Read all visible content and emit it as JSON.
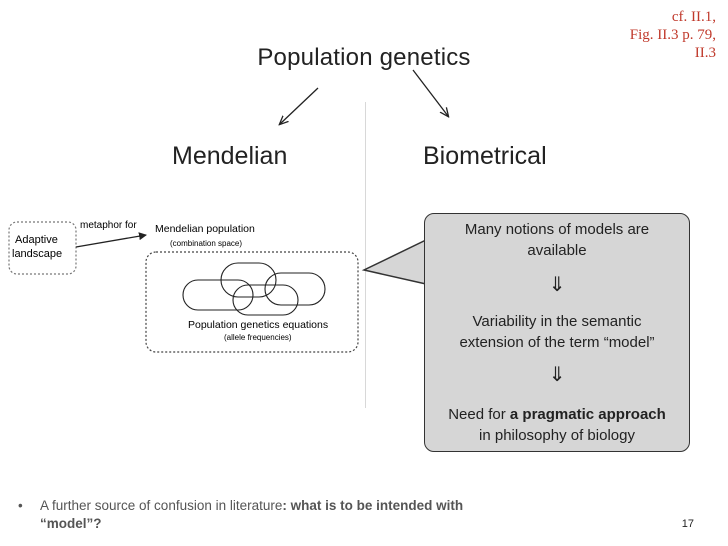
{
  "slide": {
    "reference": [
      "cf. II.1,",
      "Fig. II.3 p. 79,",
      "II.3"
    ],
    "title": "Population genetics",
    "branches": {
      "left": "Mendelian",
      "right": "Biometrical"
    },
    "figure": {
      "adaptive_landscape": [
        "Adaptive",
        "landscape"
      ],
      "metaphor_label": "metaphor for",
      "mendelian_population": "Mendelian population",
      "combination_space": "(combination space)",
      "equations": "Population genetics equations",
      "allele_frequencies": "(allele frequencies)"
    },
    "callout": {
      "line1": [
        "Many notions of models are",
        "available"
      ],
      "arrow": "⇓",
      "line2": [
        "Variability in the semantic",
        "extension of the term “model”"
      ],
      "line3_prefix": "Need for ",
      "line3_bold": "a pragmatic approach",
      "line3_suffix": "in philosophy of biology"
    },
    "footer": {
      "bullet": "•",
      "text_normal": "A further source of confusion in literature",
      "text_bold": ": what is to be intended with “model”?"
    },
    "page_number": "17"
  },
  "colors": {
    "reference": "#c0392b",
    "callout_fill": "#d6d6d6",
    "divider": "#d8d8d8",
    "footer_text": "#555555"
  }
}
